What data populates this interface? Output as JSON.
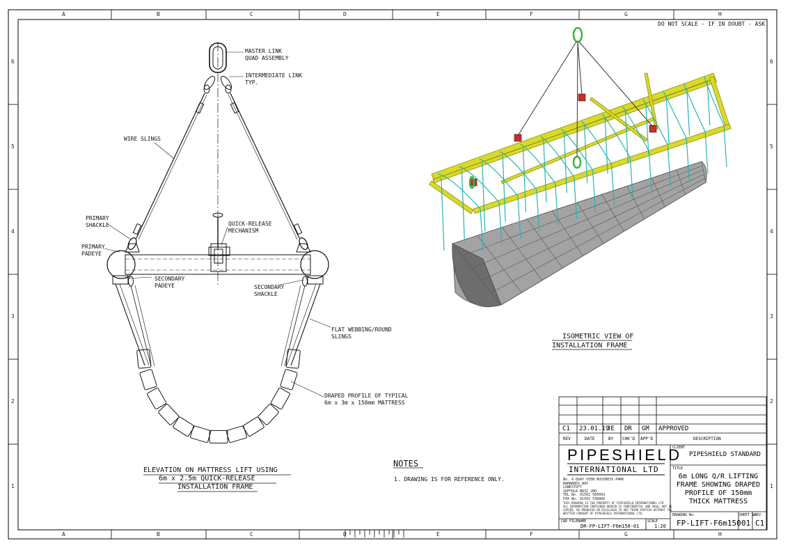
{
  "grid": {
    "cols_top": [
      "A",
      "B",
      "C",
      "D",
      "E",
      "F",
      "G",
      "H"
    ],
    "cols_bottom": [
      "A",
      "B",
      "C",
      "D",
      "E",
      "F",
      "G",
      "H"
    ],
    "rows_left": [
      "6",
      "5",
      "4",
      "3",
      "2",
      "1"
    ],
    "rows_right": [
      "6",
      "5",
      "4",
      "3",
      "2",
      "1"
    ]
  },
  "header_note": "DO NOT SCALE - IF IN DOUBT - ASK",
  "elevation": {
    "labels": {
      "master_link": "MASTER LINK\nQUAD ASSEMBLY",
      "intermediate_link": "INTERMEDIATE LINK\nTYP.",
      "wire_slings": "WIRE SLINGS",
      "quick_release": "QUICK-RELEASE\nMECHANISM",
      "primary_shackle": "PRIMARY\nSHACKLE",
      "primary_padeye": "PRIMARY\nPADEYE",
      "secondary_padeye": "SECONDARY\nPADEYE",
      "secondary_shackle": "SECONDARY\nSHACKLE",
      "flat_webbing": "FLAT WEBBING/ROUND\nSLINGS",
      "draped_profile": "DRAPED PROFILE OF TYPICAL\n6m x 3m x 150mm MATTRESS"
    },
    "caption_line1": "ELEVATION ON MATTRESS LIFT USING",
    "caption_line2": "6m x 2.5m QUICK-RELEASE",
    "caption_line3": "INSTALLATION FRAME"
  },
  "isometric": {
    "caption_line1": "ISOMETRIC VIEW OF",
    "caption_line2": "INSTALLATION FRAME",
    "colors": {
      "frame": "#d9d92a",
      "frame_dark": "#8d8d12",
      "webbing": "#25b3b3",
      "mattress": "#a3a3a3",
      "mattress_dark": "#6d6d6d",
      "shackle": "#c23030",
      "hook": "#39b53f"
    }
  },
  "notes": {
    "title": "NOTES",
    "items": [
      "1.  DRAWING IS FOR REFERENCE ONLY."
    ]
  },
  "title_block": {
    "revision": {
      "rev": "C1",
      "date": "23.01.19",
      "by": "JE",
      "chkd": "DR",
      "appd": "GM",
      "description": "APPROVED"
    },
    "rev_headers": {
      "rev": "REV",
      "date": "DATE",
      "by": "BY",
      "chkd": "CHK'D",
      "appd": "APP'D",
      "description": "DESCRIPTION"
    },
    "company_line1": "PIPESHIELD",
    "company_line2": "INTERNATIONAL LTD",
    "address": "No. 4 QUAY VIEW BUSINESS PARK\nBARNARDS WAY\nLOWESTOFT\nSUFFOLK NR32 2HD\nTEL No. 01502 560993\nFAX No. 01502 538880",
    "copyright": "THIS DRAWING IS THE PROPERTY OF PIPESHIELD INTERNATIONAL LTD\nALL INFORMATION CONTAINED HEREIN IS CONFIDENTIAL AND SHALL NOT BE\nCOPIED, RE-PRODUCED OR DISCLOSED TO ANY THIRD PARTIES WITHOUT THE\nWRITTEN CONSENT OF PIPESHIELD INTERNATIONAL LTD.",
    "client_label": "CLIENT",
    "client": "PIPESHIELD STANDARD",
    "title_label": "TITLE",
    "title_lines": [
      "6m LONG Q/R LIFTING",
      "FRAME SHOWING DRAPED",
      "PROFILE OF 150mm",
      "THICK MATTRESS"
    ],
    "cad_label": "CAD FILENAME",
    "cad_filename": "DR-FP-LIFT-F6m150-01",
    "scale_label": "SCALE",
    "scale": "1:20",
    "drawing_no_label": "DRAWING No.",
    "drawing_no": "FP-LIFT-F6m150",
    "sheet_label": "SHEET No.",
    "sheet": "01",
    "rev_label": "REV.",
    "rev": "C1"
  }
}
